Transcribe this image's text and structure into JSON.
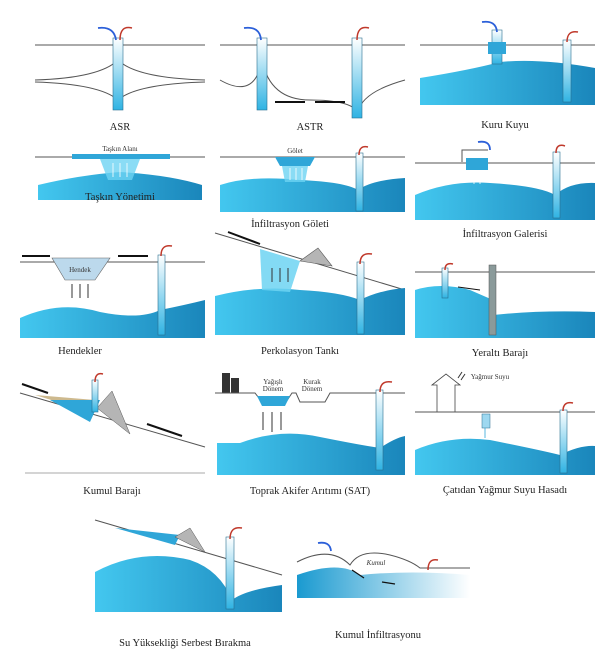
{
  "colors": {
    "water_light": "#43c7ef",
    "water_dark": "#1a86bb",
    "dam": "#b5b5b5",
    "return_arrow": "#c0392b",
    "inject_arrow": "#2b5fd9"
  },
  "panels": [
    {
      "label": "ASR"
    },
    {
      "label": "ASTR"
    },
    {
      "label": "Kuru Kuyu"
    },
    {
      "label": "Taşkın Yönetimi",
      "inner": "Taşkın Alanı"
    },
    {
      "label": "İnfiltrasyon Göleti",
      "inner": "Gölet"
    },
    {
      "label": "İnfiltrasyon Galerisi"
    },
    {
      "label": "Hendekler",
      "inner": "Hendek"
    },
    {
      "label": "Perkolasyon Tankı"
    },
    {
      "label": "Yeraltı Barajı"
    },
    {
      "label": "Kumul Barajı"
    },
    {
      "label": "Toprak Akifer Arıtımı (SAT)",
      "inner_wet": "Yağışlı",
      "inner_wet2": "Dönem",
      "inner_dry": "Kurak",
      "inner_dry2": "Dönem"
    },
    {
      "label": "Çatıdan Yağmur Suyu Hasadı",
      "inner": "Yağmur Suyu"
    },
    {
      "label": "Su Yüksekliği Serbest Bırakma"
    },
    {
      "label": "Kumul İnfiltrasyonu",
      "inner": "Kumul"
    }
  ]
}
